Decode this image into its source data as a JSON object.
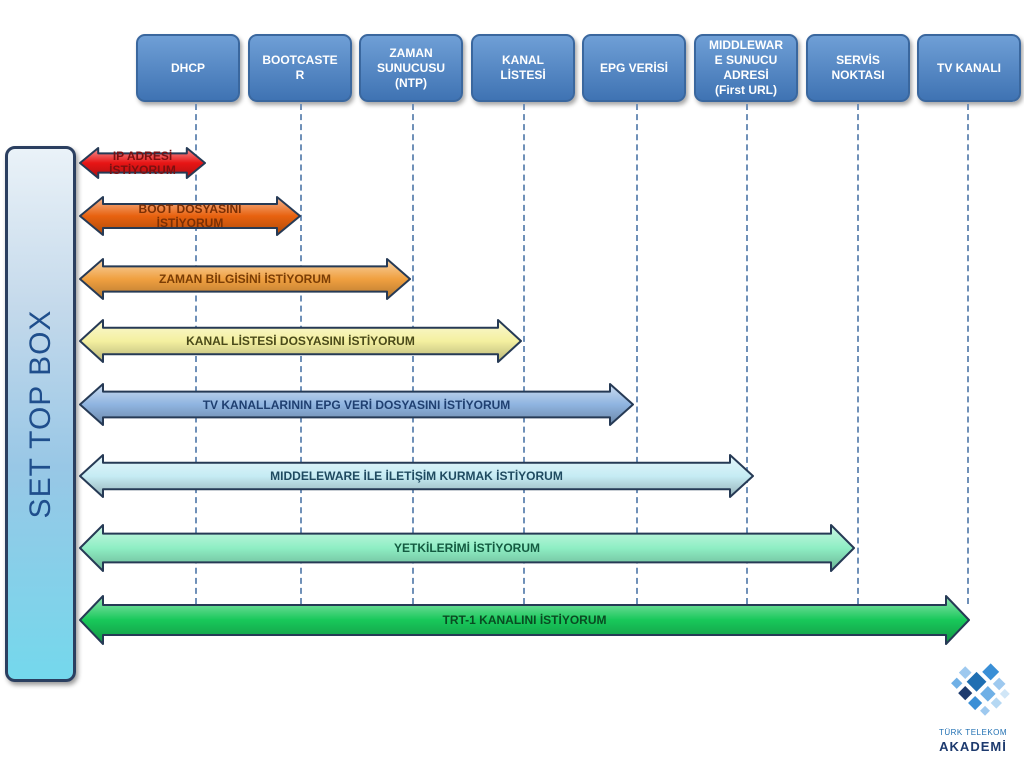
{
  "headers": [
    {
      "id": "dhcp",
      "label": "DHCP"
    },
    {
      "id": "bootcaster",
      "label": "BOOTCASTE\nR"
    },
    {
      "id": "zaman",
      "label": "ZAMAN\nSUNUCUSU\n(NTP)"
    },
    {
      "id": "kanal",
      "label": "KANAL\nLİSTESİ"
    },
    {
      "id": "epg",
      "label": "EPG VERİSİ"
    },
    {
      "id": "middleware",
      "label": "MIDDLEWAR\nE SUNUCU\nADRESİ\n(First URL)"
    },
    {
      "id": "servis",
      "label": "SERVİS\nNOKTASI"
    },
    {
      "id": "tv",
      "label": "TV KANALI"
    }
  ],
  "set_top_box": {
    "label": "SET TOP BOX"
  },
  "messages": [
    {
      "label": "IP ADRESİ\nİSTİYORUM",
      "color": "#e81515",
      "text_color": "#7a1010"
    },
    {
      "label": "BOOT DOSYASINI\nİSTİYORUM",
      "color": "#e8620f",
      "text_color": "#7a2f05"
    },
    {
      "label": "ZAMAN  BİLGİSİNİ İSTİYORUM",
      "color": "#f0a040",
      "text_color": "#7a3d05"
    },
    {
      "label": "KANAL LİSTESİ DOSYASINI İSTİYORUM",
      "color": "#f4f0a0",
      "text_color": "#4a4a1a"
    },
    {
      "label": "TV KANALLARININ EPG VERİ DOSYASINI İSTİYORUM",
      "color": "#8fb4e0",
      "text_color": "#1f3f70"
    },
    {
      "label": "MIDDELEWARE İLE İLETİŞİM KURMAK İSTİYORUM",
      "color": "#c6ecf4",
      "text_color": "#1f4a60"
    },
    {
      "label": "YETKİLERİMİ İSTİYORUM",
      "color": "#8eeec4",
      "text_color": "#145a40"
    },
    {
      "label": "TRT-1 KANALINI İSTİYORUM",
      "color": "#18c85a",
      "text_color": "#0a4a22"
    }
  ],
  "logo": {
    "line1": "TÜRK TELEKOM",
    "line2": "AKADEMİ"
  }
}
